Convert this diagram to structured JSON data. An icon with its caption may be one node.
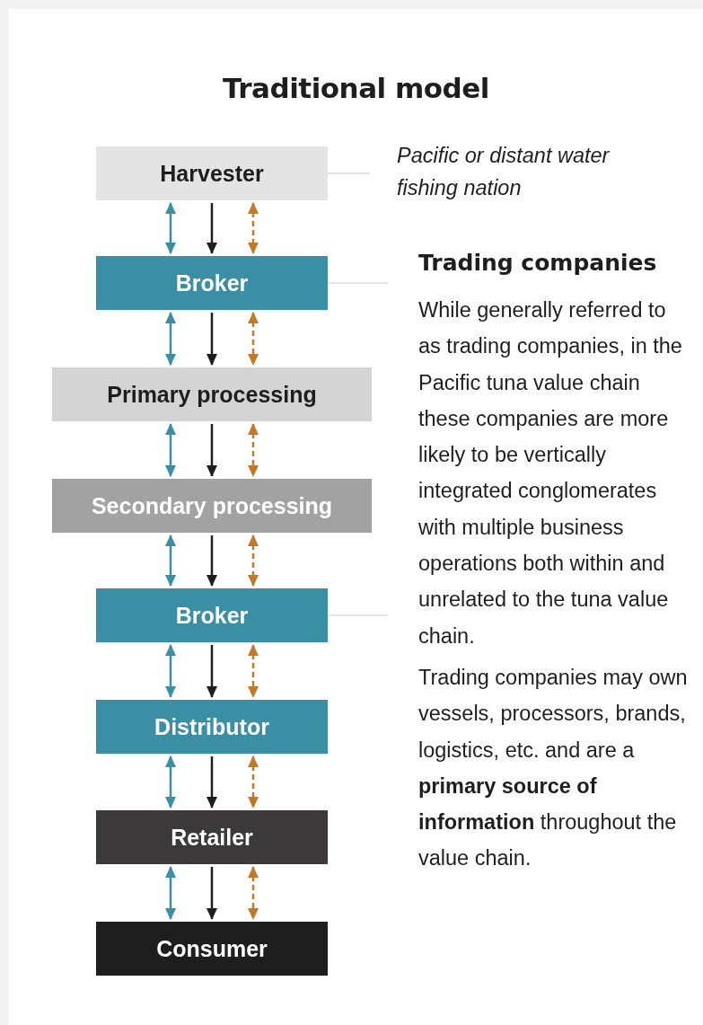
{
  "diagram": {
    "title": "Traditional model",
    "nodes": [
      {
        "text": [
          "Harvester"
        ]
      },
      {
        "text": [
          "Broker"
        ]
      },
      {
        "text": [
          "Primary processing"
        ]
      },
      {
        "text": [
          "Secondary processing"
        ]
      },
      {
        "text": [
          "Broker"
        ]
      },
      {
        "text": [
          "Distributor"
        ]
      },
      {
        "text": [
          "Retailer"
        ]
      },
      {
        "text": [
          "Consumer"
        ]
      },
      {
        "text": [
          "Pacific or distant water fishing nation"
        ]
      },
      {
        "text": [
          "Trading companies",
          "While generally referred to as trading companies, in the Pacific tuna value chain these companies are more likely to be vertically integrated conglomerates with multiple business operations both within and unrelated to the tuna value chain.",
          "Trading companies may own vessels, processors, brands, logistics, etc. and are a **primary source of information** throughout the value chain."
        ]
      }
    ],
    "edges": [
      {
        "from": 0,
        "to": 1,
        "arrow": "both",
        "color": "#3a8fa4"
      },
      {
        "from": 0,
        "to": 1,
        "arrow": "to",
        "color": "#1e1e1e"
      },
      {
        "from": 0,
        "to": 1,
        "arrow": "both",
        "style": "dashed",
        "color": "#c07a2a"
      },
      {
        "from": 1,
        "to": 2,
        "arrow": "both",
        "color": "#3a8fa4"
      },
      {
        "from": 1,
        "to": 2,
        "arrow": "to",
        "color": "#1e1e1e"
      },
      {
        "from": 1,
        "to": 2,
        "arrow": "both",
        "style": "dashed",
        "color": "#c07a2a"
      },
      {
        "from": 2,
        "to": 3,
        "arrow": "both",
        "color": "#3a8fa4"
      },
      {
        "from": 2,
        "to": 3,
        "arrow": "to",
        "color": "#1e1e1e"
      },
      {
        "from": 2,
        "to": 3,
        "arrow": "both",
        "style": "dashed",
        "color": "#c07a2a"
      },
      {
        "from": 3,
        "to": 4,
        "arrow": "both",
        "color": "#3a8fa4"
      },
      {
        "from": 3,
        "to": 4,
        "arrow": "to",
        "color": "#1e1e1e"
      },
      {
        "from": 3,
        "to": 4,
        "arrow": "both",
        "style": "dashed",
        "color": "#c07a2a"
      },
      {
        "from": 4,
        "to": 5,
        "arrow": "both",
        "color": "#3a8fa4"
      },
      {
        "from": 4,
        "to": 5,
        "arrow": "to",
        "color": "#1e1e1e"
      },
      {
        "from": 4,
        "to": 5,
        "arrow": "both",
        "style": "dashed",
        "color": "#c07a2a"
      },
      {
        "from": 5,
        "to": 6,
        "arrow": "both",
        "color": "#3a8fa4"
      },
      {
        "from": 5,
        "to": 6,
        "arrow": "to",
        "color": "#1e1e1e"
      },
      {
        "from": 5,
        "to": 6,
        "arrow": "both",
        "style": "dashed",
        "color": "#c07a2a"
      },
      {
        "from": 6,
        "to": 7,
        "arrow": "both",
        "color": "#3a8fa4"
      },
      {
        "from": 6,
        "to": 7,
        "arrow": "to",
        "color": "#1e1e1e"
      },
      {
        "from": 6,
        "to": 7,
        "arrow": "both",
        "style": "dashed",
        "color": "#c07a2a"
      },
      {
        "from": 0,
        "to": 8,
        "arrow": "none",
        "color": "#c8c8c8"
      },
      {
        "from": 1,
        "to": 9,
        "arrow": "none",
        "color": "#c8c8c8"
      },
      {
        "from": 4,
        "to": 9,
        "arrow": "none",
        "color": "#c8c8c8"
      }
    ]
  }
}
